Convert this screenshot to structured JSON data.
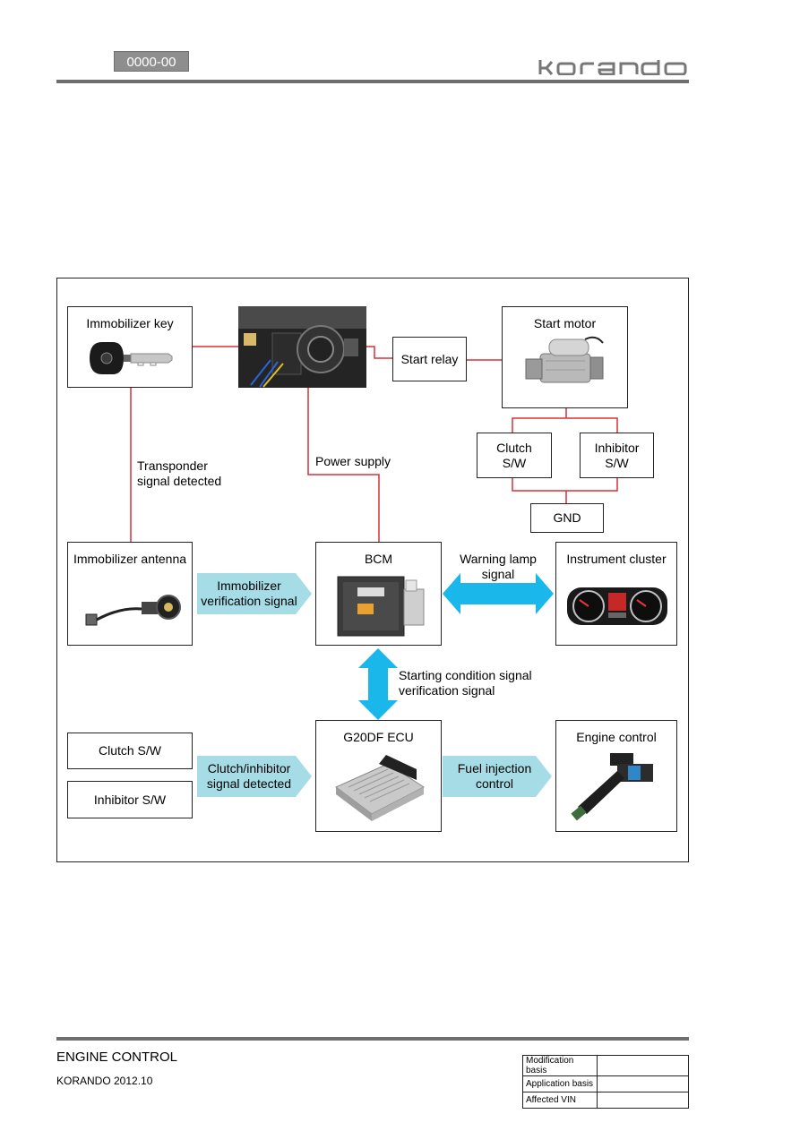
{
  "header": {
    "page_code": "0000-00",
    "brand": "korando"
  },
  "diagram": {
    "nodes": {
      "immobilizer_key": "Immobilizer key",
      "start_relay": "Start relay",
      "start_motor": "Start motor",
      "clutch_sw_top": "Clutch\nS/W",
      "inhibitor_sw_top": "Inhibitor\nS/W",
      "gnd": "GND",
      "immobilizer_antenna": "Immobilizer\nantenna",
      "bcm": "BCM",
      "instrument_cluster": "Instrument cluster",
      "clutch_sw": "Clutch S/W",
      "inhibitor_sw": "Inhibitor S/W",
      "ecu": "G20DF ECU",
      "engine_control": "Engine control"
    },
    "edges": {
      "transponder": "Transponder\nsignal detected",
      "power_supply": "Power supply",
      "immobilizer_verification": "Immobilizer\nverification signal",
      "warning_lamp": "Warning lamp\nsignal",
      "starting_condition": "Starting condition signal\nverification signal",
      "clutch_inhibitor": "Clutch/inhibitor\nsignal detected",
      "fuel_injection": "Fuel injection\ncontrol"
    },
    "colors": {
      "wire": "#d9303a",
      "arrow_light": "#a6dce6",
      "arrow_bright": "#1ab8ea"
    }
  },
  "footer": {
    "title": "ENGINE CONTROL",
    "subtitle": "KORANDO 2012.10",
    "meta_rows": [
      {
        "label": "Modification basis",
        "value": ""
      },
      {
        "label": "Application basis",
        "value": ""
      },
      {
        "label": "Affected VIN",
        "value": ""
      }
    ]
  }
}
